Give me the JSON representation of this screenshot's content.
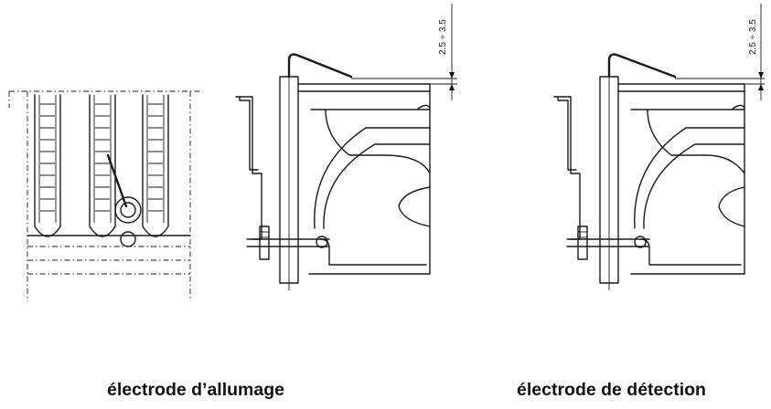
{
  "captions": {
    "left": "électrode d’allumage",
    "right": "électrode de détection"
  },
  "dimensions": {
    "gap_left": "2.5 ÷ 3.5",
    "gap_right": "2.5 ÷ 3.5"
  }
}
